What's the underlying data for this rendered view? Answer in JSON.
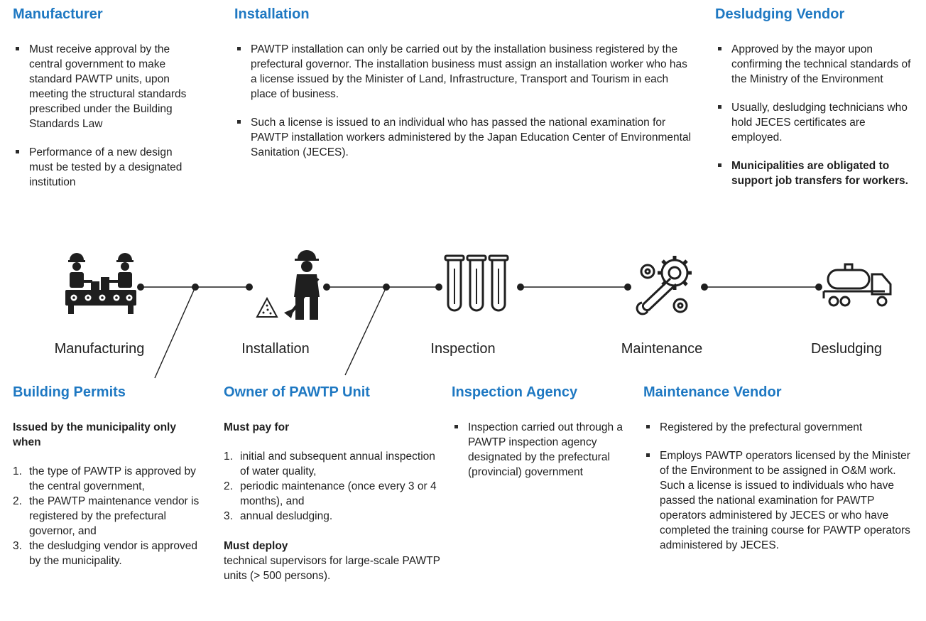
{
  "manufacturer": {
    "heading": "Manufacturer",
    "bullets": [
      "Must receive approval by the central government to make standard PAWTP units, upon meeting the structural standards prescribed under the Building Standards Law",
      "Performance of a new design must be tested by a designated institution"
    ]
  },
  "installation": {
    "heading": "Installation",
    "bullets": [
      "PAWTP installation can only be carried out by the installation business registered by the prefectural governor. The installation business must assign an installation worker who has a license issued by the Minister of Land, Infrastructure, Transport and Tourism in each place of business.",
      "Such a license is issued to an individual who has passed the national examination for PAWTP installation workers administered by the Japan Education Center of Environmental Sanitation (JECES)."
    ]
  },
  "desludging_vendor": {
    "heading": "Desludging Vendor",
    "bullets": [
      "Approved by the mayor upon confirming the technical standards of the Ministry of the Environment",
      "Usually, desludging technicians who hold JECES certificates are employed.",
      "Municipalities are obligated to support job transfers for workers."
    ]
  },
  "stages": [
    {
      "label": "Manufacturing",
      "icon": "factory-workers-icon"
    },
    {
      "label": "Installation",
      "icon": "construction-worker-icon"
    },
    {
      "label": "Inspection",
      "icon": "test-tubes-icon"
    },
    {
      "label": "Maintenance",
      "icon": "wrench-gears-icon"
    },
    {
      "label": "Desludging",
      "icon": "tanker-truck-icon"
    }
  ],
  "building_permits": {
    "heading": "Building Permits",
    "intro": "Issued by the municipality only when",
    "items": [
      "the type of PAWTP is approved by the central government,",
      "the PAWTP maintenance vendor is registered by the prefectural governor, and",
      "the desludging vendor is approved by the municipality."
    ]
  },
  "owner": {
    "heading": "Owner of PAWTP Unit",
    "pay_heading": "Must pay for",
    "pay_items": [
      "initial and subsequent annual inspection of water quality,",
      "periodic maintenance (once every 3 or 4 months), and",
      "annual desludging."
    ],
    "deploy_heading": "Must deploy",
    "deploy_text": "technical supervisors for large-scale PAWTP units (> 500 persons)."
  },
  "inspection_agency": {
    "heading": "Inspection Agency",
    "bullets": [
      "Inspection carried out through a PAWTP inspection agency designated by the prefectural (provincial) government"
    ]
  },
  "maintenance_vendor": {
    "heading": "Maintenance Vendor",
    "bullets": [
      "Registered by the prefectural government",
      "Employs PAWTP operators licensed by the Minister of the Environment to be assigned in O&M work. Such a license is issued to individuals who have passed the national examination for PAWTP operators administered by JECES or who have completed the training course for PAWTP operators administered by JECES."
    ]
  },
  "colors": {
    "heading": "#1e78c2",
    "text": "#1f1f1f",
    "line": "#1f1f1f"
  },
  "numerals": [
    "1.",
    "2.",
    "3."
  ]
}
